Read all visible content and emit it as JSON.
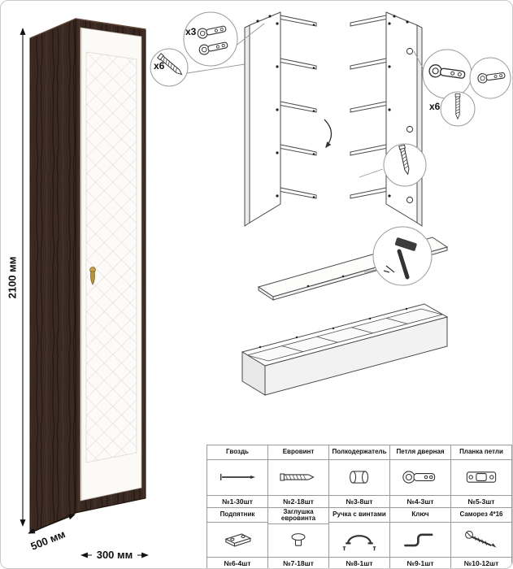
{
  "illustration": {
    "dim_height": "2100 мм",
    "dim_depth": "500 мм",
    "dim_width": "300 мм",
    "callout_hinges_qty": "x3",
    "callout_screws_left_qty": "x6",
    "callout_screws_right_qty": "x6"
  },
  "parts": {
    "row1": [
      {
        "name": "Гвоздь",
        "qty": "№1-30шт"
      },
      {
        "name": "Евровинт",
        "qty": "№2-18шт"
      },
      {
        "name": "Полкодержатель",
        "qty": "№3-8шт"
      },
      {
        "name": "Петля дверная",
        "qty": "№4-3шт"
      },
      {
        "name": "Планка петли",
        "qty": "№5-3шт"
      }
    ],
    "row2": [
      {
        "name": "Подпятник",
        "qty": "№6-4шт"
      },
      {
        "name": "Заглушка евровинта",
        "qty": "№7-18шт"
      },
      {
        "name": "Ручка с винтами",
        "qty": "№8-1шт"
      },
      {
        "name": "Ключ",
        "qty": "№9-1шт"
      },
      {
        "name": "Саморез 4*16",
        "qty": "№10-12шт"
      }
    ]
  }
}
